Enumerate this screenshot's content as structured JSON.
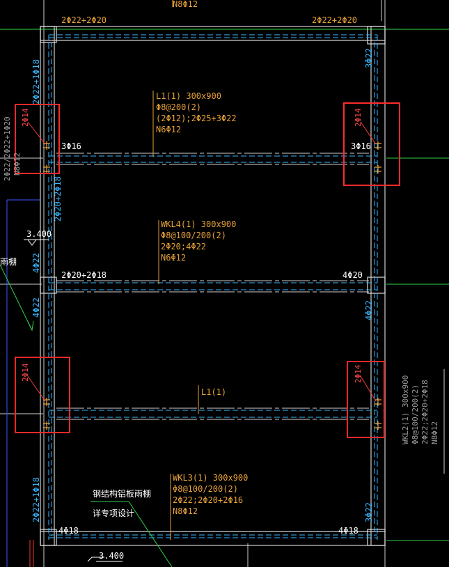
{
  "drawing": {
    "top_axis_note": "N8Φ12",
    "top_left_support": "2Φ22+2Φ20",
    "top_right_support": "2Φ22+2Φ20",
    "left_col_top": "2Φ22+1Φ18",
    "left_outer_top": "2Φ22/2Φ22+1Φ20",
    "left_outer_n": "N8Φ12",
    "right_col_top": "3Φ22",
    "beam_l1_top": {
      "name": "L1(1) 300x900",
      "stirrup": "Φ8@200(2)",
      "bars": "(2Φ12);2Φ25+3Φ22",
      "side": "N6Φ12"
    },
    "left_mark_top": {
      "red": "2Φ14",
      "bars": "3Φ16"
    },
    "right_mark_top": {
      "red": "2Φ14",
      "bars": "3Φ16"
    },
    "left_col_mid": "2Φ20+2Φ18",
    "elev_left": "3.400",
    "canopy_left": "雨棚",
    "left_col_mid2": "4Φ22",
    "beam_wkl4": {
      "name": "WKL4(1) 300x900",
      "stirrup": "Φ8@100/200(2)",
      "bars": "2Φ20;4Φ22",
      "side": "N6Φ12"
    },
    "mid_left_support": "2Φ20+2Φ18",
    "mid_right_support": "4Φ20",
    "left_col_low": "4Φ22",
    "right_col_low": "4Φ22",
    "left_mark_bot": {
      "red": "2Φ14"
    },
    "right_mark_bot": {
      "red": "2Φ14"
    },
    "beam_l1_bot": "L1(1)",
    "beam_wkl2": {
      "name": "WKL2(1) 300x900",
      "stirrup": "Φ8@100/200(2)",
      "bars": "2Φ22;2Φ20+2Φ18",
      "side": "N8Φ12"
    },
    "left_col_bot": "2Φ22+1Φ18",
    "right_col_bot": "3Φ22",
    "canopy_note_1": "钢结构铝板雨棚",
    "canopy_note_2": "详专项设计",
    "beam_wkl3": {
      "name": "WKL3(1) 300x900",
      "stirrup": "Φ8@100/200(2)",
      "bars": "2Φ22;2Φ20+2Φ16",
      "side": "N8Φ12"
    },
    "bot_left_support": "4Φ18",
    "bot_right_support": "4Φ18",
    "elev_bottom": "3.400"
  },
  "colors": {
    "background": "#000000",
    "structure_lines": "#cfcfcf",
    "hidden_rebar": "#39b7ff",
    "annotation": "#e8a23a",
    "highlight_box": "#ff2a2a",
    "axis_green": "#2fd24a",
    "axis_blue": "#3b55ff"
  }
}
